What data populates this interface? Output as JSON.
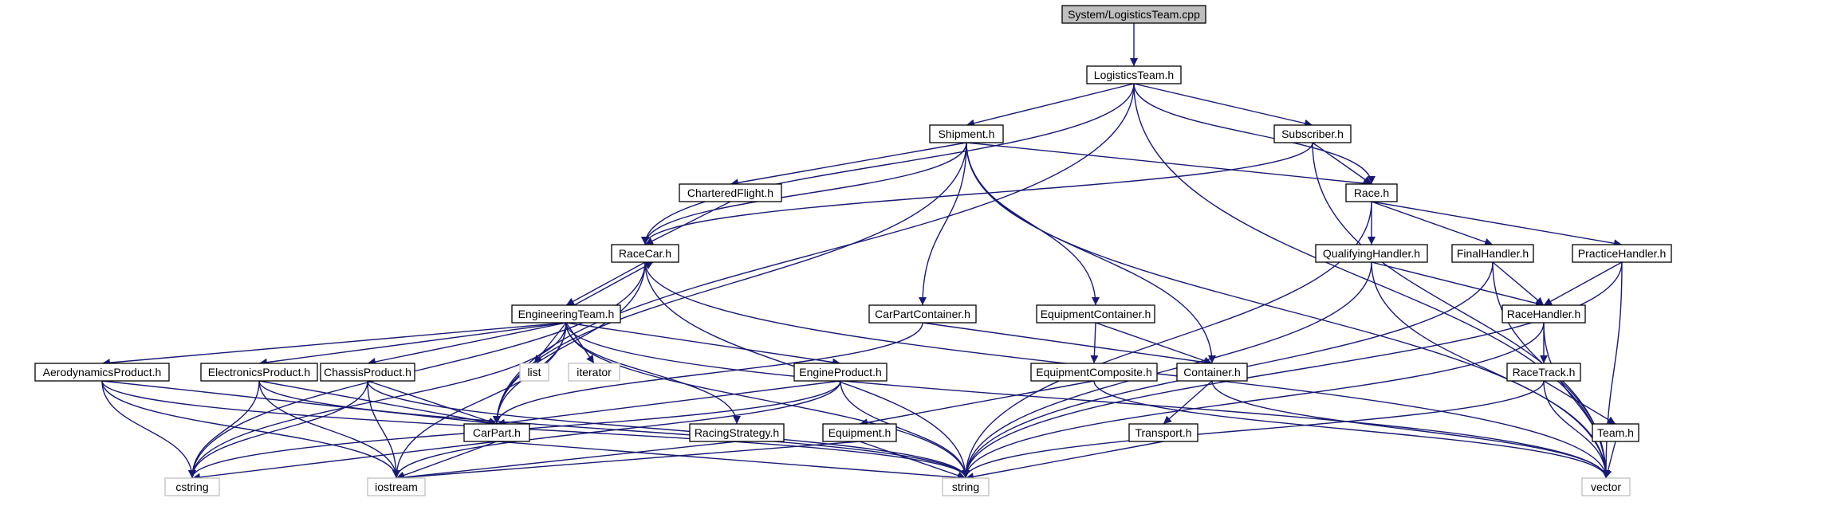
{
  "diagram": {
    "nodes": [
      {
        "id": "logisticsteam_cpp",
        "label": "System/LogisticsTeam.cpp",
        "kind": "root"
      },
      {
        "id": "logisticsteam_h",
        "label": "LogisticsTeam.h",
        "kind": "header"
      },
      {
        "id": "shipment_h",
        "label": "Shipment.h",
        "kind": "header"
      },
      {
        "id": "subscriber_h",
        "label": "Subscriber.h",
        "kind": "header"
      },
      {
        "id": "charteredflight_h",
        "label": "CharteredFlight.h",
        "kind": "header"
      },
      {
        "id": "race_h",
        "label": "Race.h",
        "kind": "header"
      },
      {
        "id": "racecar_h",
        "label": "RaceCar.h",
        "kind": "header"
      },
      {
        "id": "qualifyinghandler_h",
        "label": "QualifyingHandler.h",
        "kind": "header"
      },
      {
        "id": "finalhandler_h",
        "label": "FinalHandler.h",
        "kind": "header"
      },
      {
        "id": "practicehandler_h",
        "label": "PracticeHandler.h",
        "kind": "header"
      },
      {
        "id": "engineeringteam_h",
        "label": "EngineeringTeam.h",
        "kind": "header"
      },
      {
        "id": "carpartcontainer_h",
        "label": "CarPartContainer.h",
        "kind": "header"
      },
      {
        "id": "equipmentcontainer_h",
        "label": "EquipmentContainer.h",
        "kind": "header"
      },
      {
        "id": "racehandler_h",
        "label": "RaceHandler.h",
        "kind": "header"
      },
      {
        "id": "aerodynamicsproduct_h",
        "label": "AerodynamicsProduct.h",
        "kind": "header"
      },
      {
        "id": "electronicsproduct_h",
        "label": "ElectronicsProduct.h",
        "kind": "header"
      },
      {
        "id": "chassisproduct_h",
        "label": "ChassisProduct.h",
        "kind": "header"
      },
      {
        "id": "list",
        "label": "list",
        "kind": "system"
      },
      {
        "id": "iterator",
        "label": "iterator",
        "kind": "system"
      },
      {
        "id": "engineproduct_h",
        "label": "EngineProduct.h",
        "kind": "header"
      },
      {
        "id": "equipmentcomposite_h",
        "label": "EquipmentComposite.h",
        "kind": "header"
      },
      {
        "id": "container_h",
        "label": "Container.h",
        "kind": "header"
      },
      {
        "id": "racetrack_h",
        "label": "RaceTrack.h",
        "kind": "header"
      },
      {
        "id": "carpart_h",
        "label": "CarPart.h",
        "kind": "header"
      },
      {
        "id": "racingstrategy_h",
        "label": "RacingStrategy.h",
        "kind": "header"
      },
      {
        "id": "equipment_h",
        "label": "Equipment.h",
        "kind": "header"
      },
      {
        "id": "transport_h",
        "label": "Transport.h",
        "kind": "header"
      },
      {
        "id": "team_h",
        "label": "Team.h",
        "kind": "header"
      },
      {
        "id": "cstring",
        "label": "cstring",
        "kind": "system"
      },
      {
        "id": "iostream",
        "label": "iostream",
        "kind": "system"
      },
      {
        "id": "string",
        "label": "string",
        "kind": "system"
      },
      {
        "id": "vector",
        "label": "vector",
        "kind": "system"
      }
    ],
    "edges": [
      [
        "logisticsteam_cpp",
        "logisticsteam_h"
      ],
      [
        "logisticsteam_h",
        "shipment_h"
      ],
      [
        "logisticsteam_h",
        "subscriber_h"
      ],
      [
        "logisticsteam_h",
        "race_h"
      ],
      [
        "logisticsteam_h",
        "racecar_h"
      ],
      [
        "logisticsteam_h",
        "carpart_h"
      ],
      [
        "logisticsteam_h",
        "vector"
      ],
      [
        "shipment_h",
        "charteredflight_h"
      ],
      [
        "shipment_h",
        "racecar_h"
      ],
      [
        "shipment_h",
        "race_h"
      ],
      [
        "shipment_h",
        "carpartcontainer_h"
      ],
      [
        "shipment_h",
        "equipmentcontainer_h"
      ],
      [
        "shipment_h",
        "container_h"
      ],
      [
        "shipment_h",
        "carpart_h"
      ],
      [
        "shipment_h",
        "vector"
      ],
      [
        "subscriber_h",
        "race_h"
      ],
      [
        "subscriber_h",
        "racecar_h"
      ],
      [
        "subscriber_h",
        "vector"
      ],
      [
        "charteredflight_h",
        "racecar_h"
      ],
      [
        "race_h",
        "qualifyinghandler_h"
      ],
      [
        "race_h",
        "finalhandler_h"
      ],
      [
        "race_h",
        "practicehandler_h"
      ],
      [
        "race_h",
        "string"
      ],
      [
        "racecar_h",
        "engineeringteam_h"
      ],
      [
        "racecar_h",
        "carpart_h"
      ],
      [
        "racecar_h",
        "string"
      ],
      [
        "racecar_h",
        "vector"
      ],
      [
        "racecar_h",
        "cstring"
      ],
      [
        "engineeringteam_h",
        "racecar_h"
      ],
      [
        "engineeringteam_h",
        "aerodynamicsproduct_h"
      ],
      [
        "engineeringteam_h",
        "electronicsproduct_h"
      ],
      [
        "engineeringteam_h",
        "chassisproduct_h"
      ],
      [
        "engineeringteam_h",
        "list"
      ],
      [
        "engineeringteam_h",
        "iterator"
      ],
      [
        "engineeringteam_h",
        "engineproduct_h"
      ],
      [
        "engineeringteam_h",
        "carpart_h"
      ],
      [
        "engineeringteam_h",
        "racingstrategy_h"
      ],
      [
        "engineeringteam_h",
        "string"
      ],
      [
        "engineeringteam_h",
        "vector"
      ],
      [
        "engineeringteam_h",
        "cstring"
      ],
      [
        "engineeringteam_h",
        "iostream"
      ],
      [
        "qualifyinghandler_h",
        "racehandler_h"
      ],
      [
        "qualifyinghandler_h",
        "string"
      ],
      [
        "qualifyinghandler_h",
        "vector"
      ],
      [
        "finalhandler_h",
        "racehandler_h"
      ],
      [
        "finalhandler_h",
        "string"
      ],
      [
        "finalhandler_h",
        "vector"
      ],
      [
        "practicehandler_h",
        "racehandler_h"
      ],
      [
        "practicehandler_h",
        "string"
      ],
      [
        "practicehandler_h",
        "vector"
      ],
      [
        "racehandler_h",
        "racetrack_h"
      ],
      [
        "racehandler_h",
        "string"
      ],
      [
        "racehandler_h",
        "vector"
      ],
      [
        "racetrack_h",
        "team_h"
      ],
      [
        "racetrack_h",
        "string"
      ],
      [
        "racetrack_h",
        "vector"
      ],
      [
        "team_h",
        "vector"
      ],
      [
        "carpartcontainer_h",
        "container_h"
      ],
      [
        "carpartcontainer_h",
        "carpart_h"
      ],
      [
        "equipmentcontainer_h",
        "equipmentcomposite_h"
      ],
      [
        "equipmentcontainer_h",
        "container_h"
      ],
      [
        "equipmentcomposite_h",
        "equipment_h"
      ],
      [
        "equipmentcomposite_h",
        "vector"
      ],
      [
        "container_h",
        "transport_h"
      ],
      [
        "container_h",
        "vector"
      ],
      [
        "transport_h",
        "string"
      ],
      [
        "equipment_h",
        "string"
      ],
      [
        "equipment_h",
        "iostream"
      ],
      [
        "aerodynamicsproduct_h",
        "carpart_h"
      ],
      [
        "aerodynamicsproduct_h",
        "cstring"
      ],
      [
        "aerodynamicsproduct_h",
        "iostream"
      ],
      [
        "aerodynamicsproduct_h",
        "string"
      ],
      [
        "electronicsproduct_h",
        "carpart_h"
      ],
      [
        "electronicsproduct_h",
        "cstring"
      ],
      [
        "electronicsproduct_h",
        "iostream"
      ],
      [
        "electronicsproduct_h",
        "string"
      ],
      [
        "chassisproduct_h",
        "carpart_h"
      ],
      [
        "chassisproduct_h",
        "cstring"
      ],
      [
        "chassisproduct_h",
        "iostream"
      ],
      [
        "chassisproduct_h",
        "string"
      ],
      [
        "engineproduct_h",
        "carpart_h"
      ],
      [
        "engineproduct_h",
        "cstring"
      ],
      [
        "engineproduct_h",
        "iostream"
      ],
      [
        "engineproduct_h",
        "string"
      ],
      [
        "carpart_h",
        "cstring"
      ],
      [
        "carpart_h",
        "iostream"
      ],
      [
        "carpart_h",
        "string"
      ],
      [
        "racingstrategy_h",
        "iostream"
      ]
    ]
  }
}
